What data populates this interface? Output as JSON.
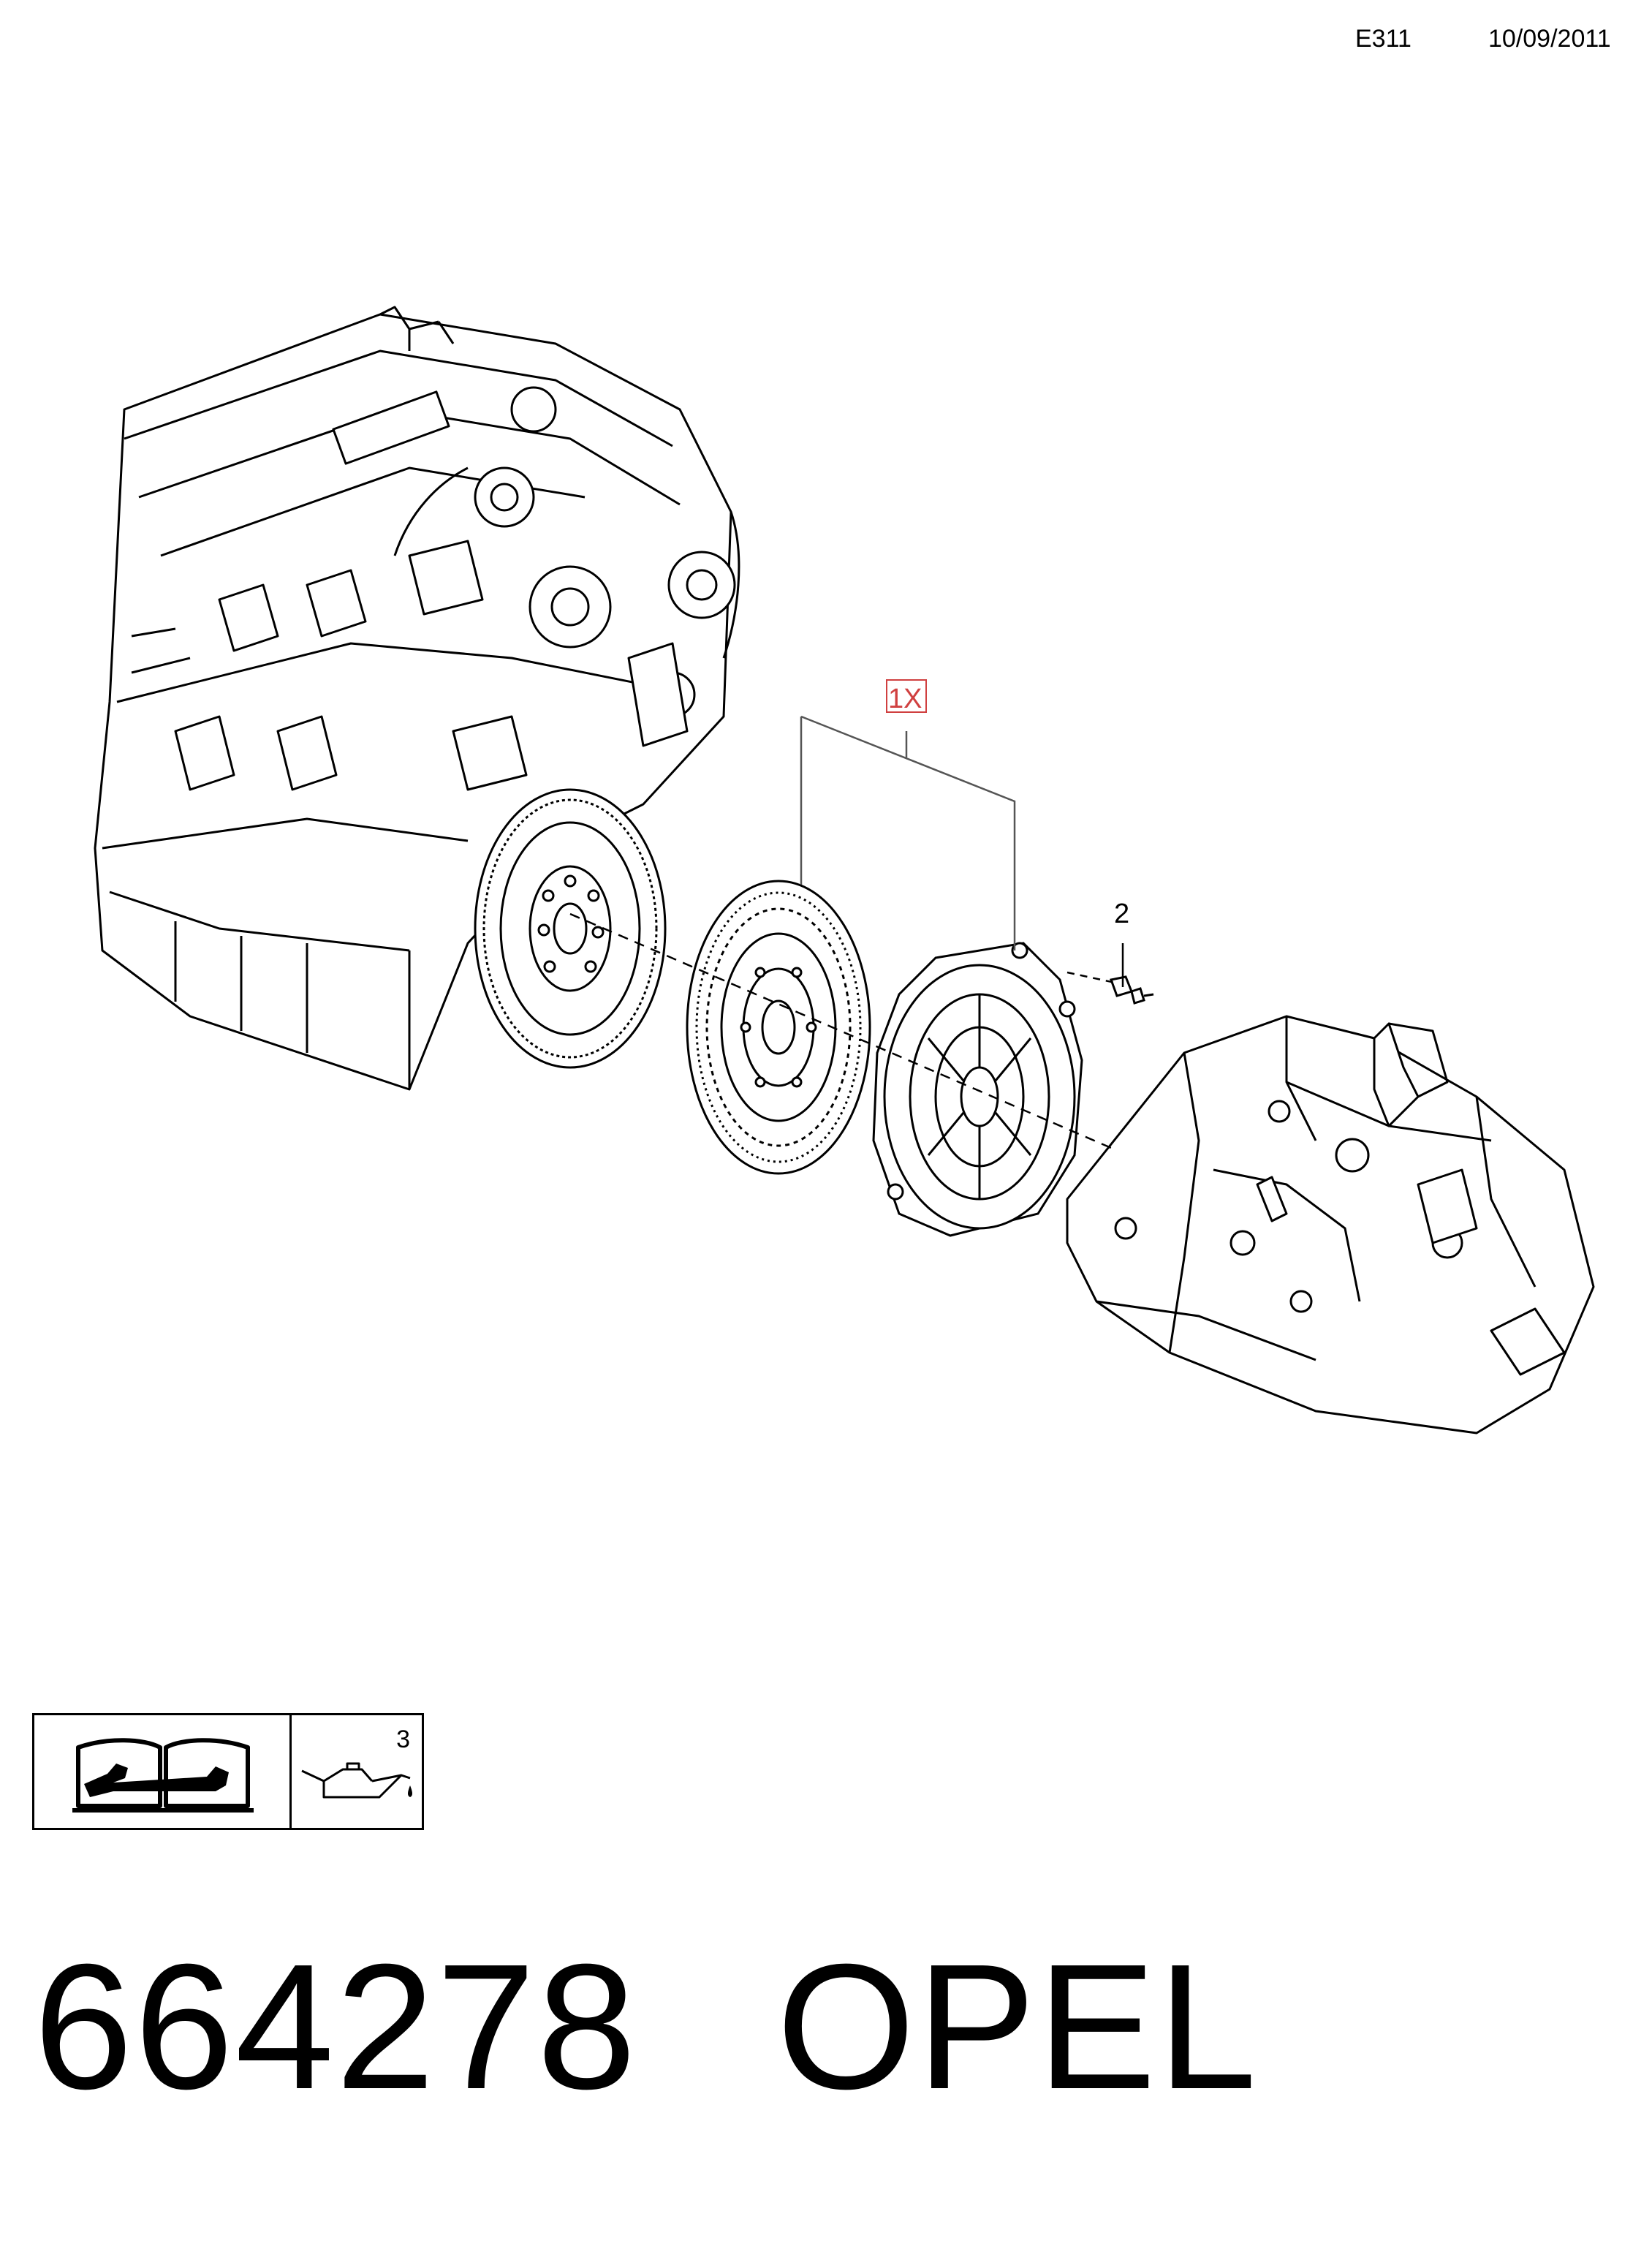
{
  "header": {
    "code": "E311",
    "date": "10/09/2011"
  },
  "callouts": {
    "kit_qty": "1X",
    "part_2": "2"
  },
  "legend": {
    "oil_qty": "3",
    "icons": [
      "workshop-manual-icon",
      "oil-can-icon"
    ]
  },
  "footer": {
    "number": "664278",
    "brand": "OPEL"
  },
  "colors": {
    "line": "#000000",
    "kit_highlight": "#d04040"
  }
}
